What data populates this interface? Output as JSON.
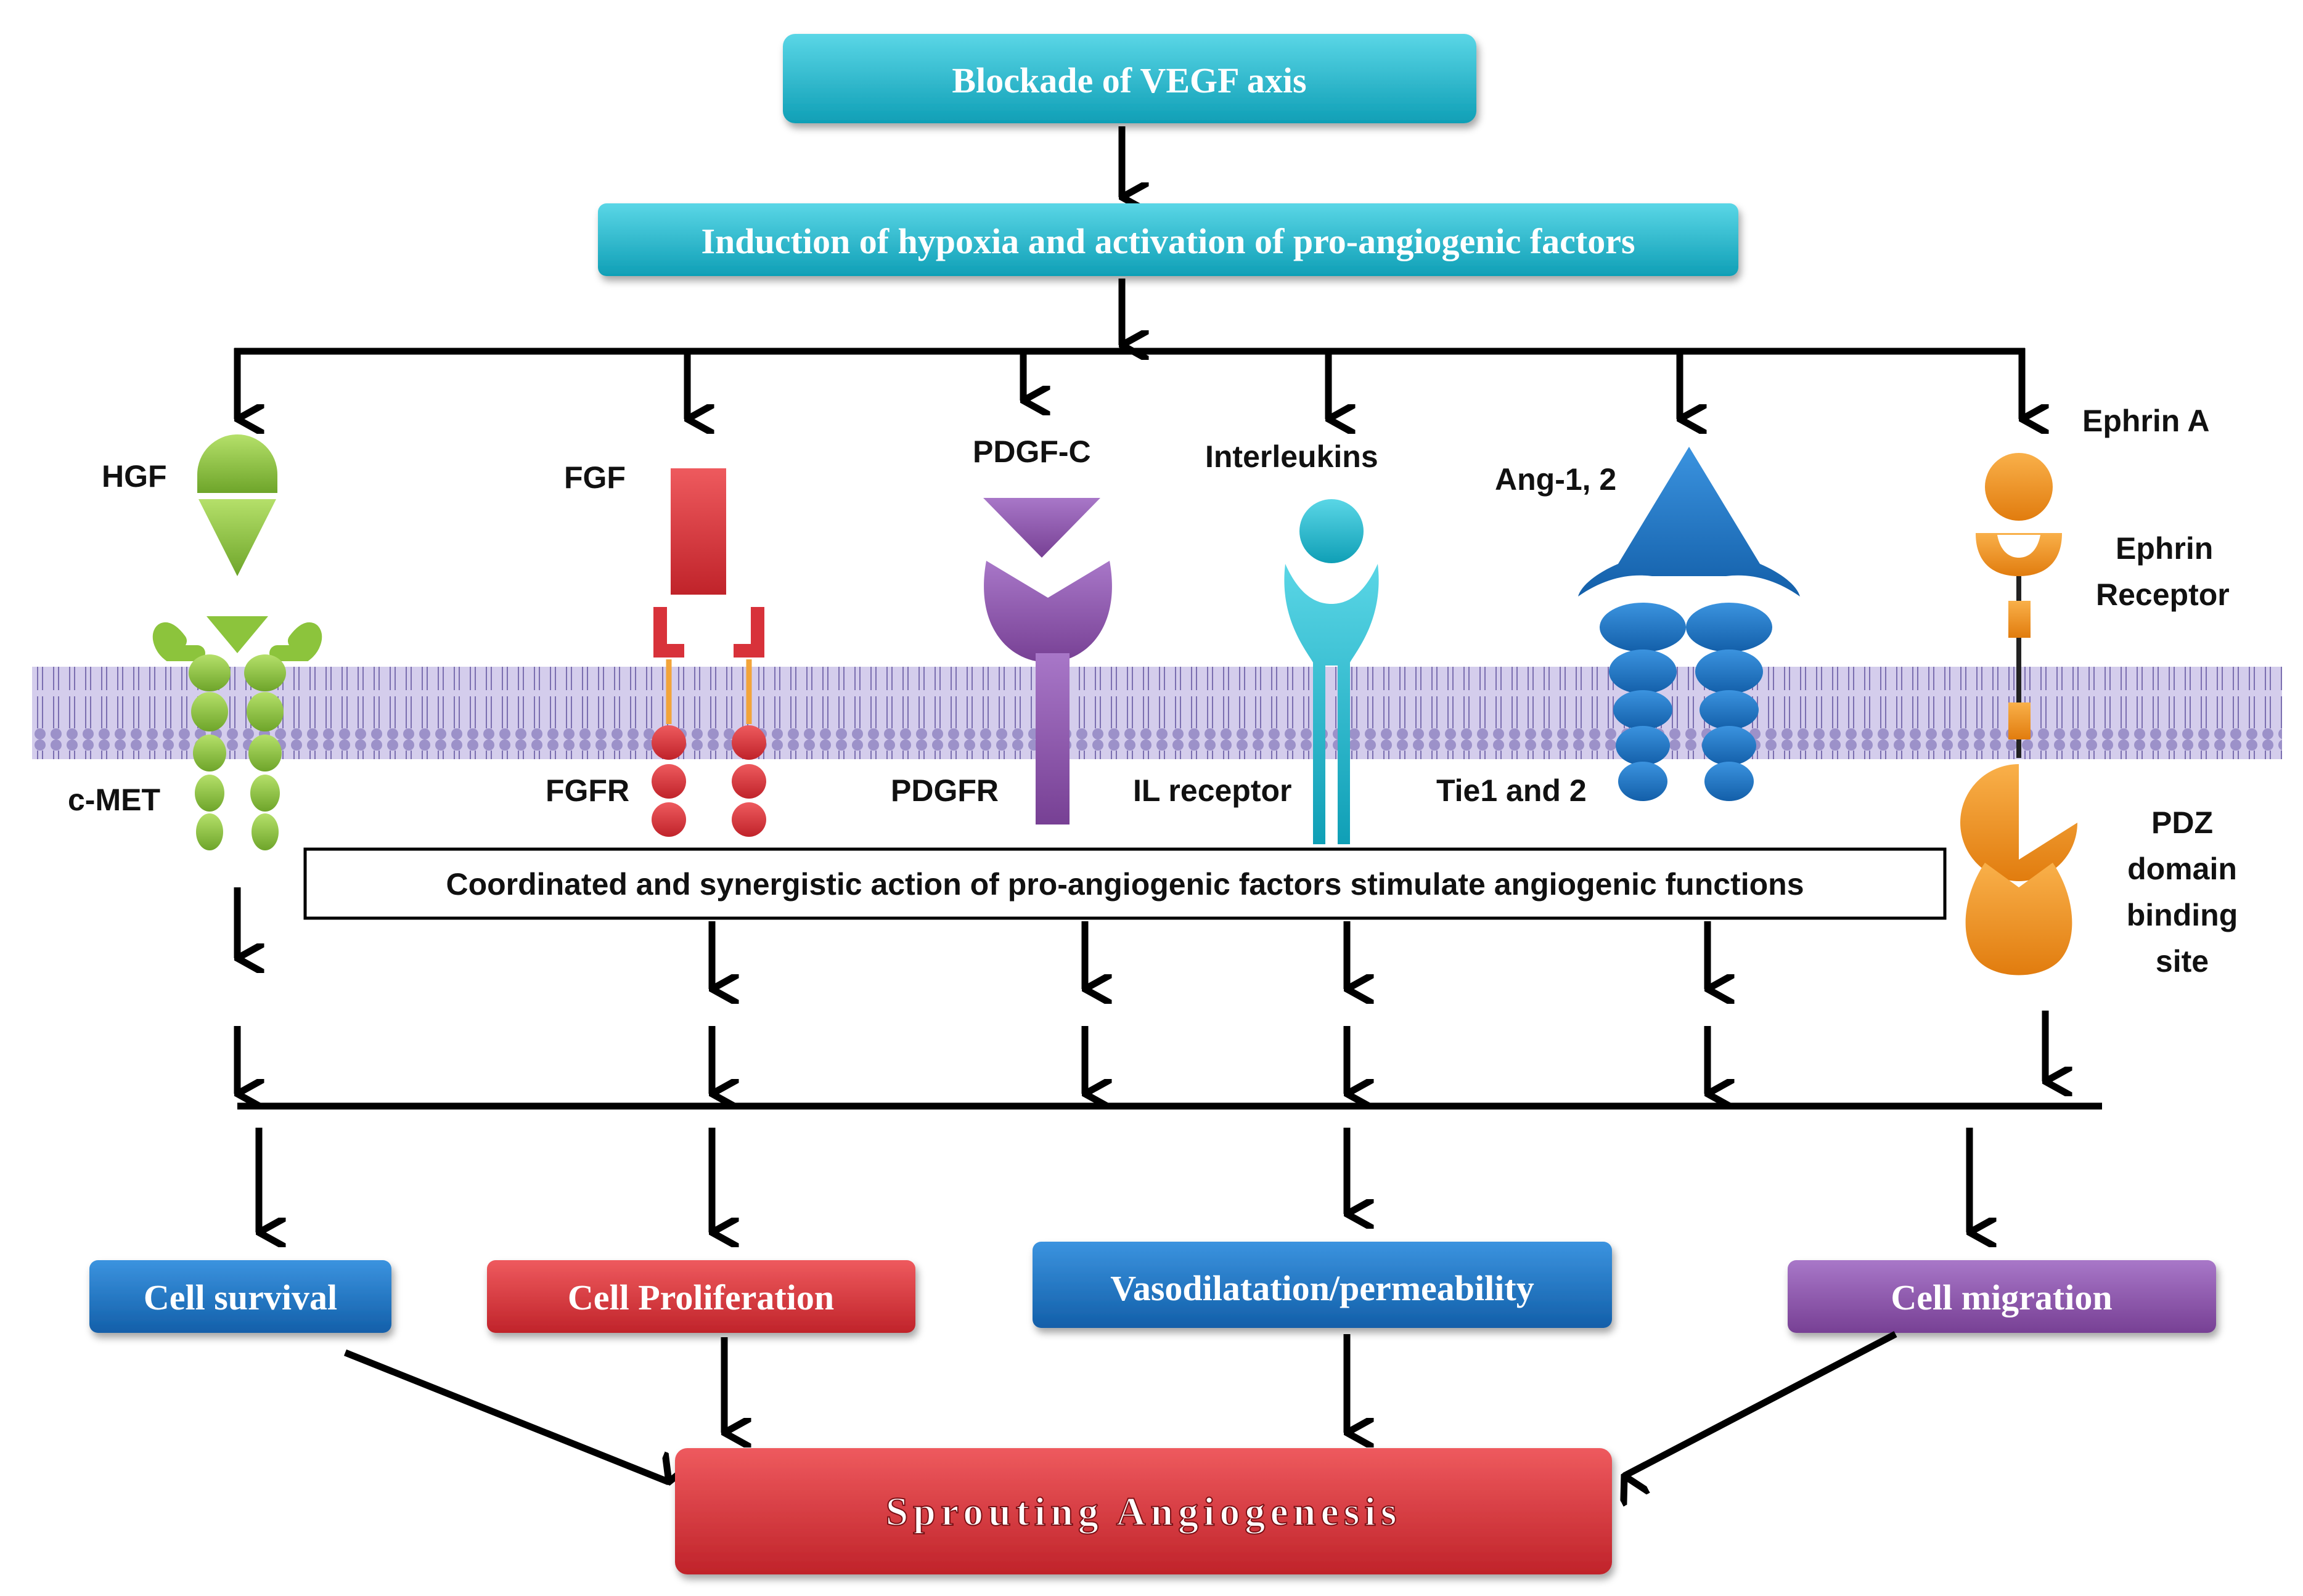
{
  "top_box": "Blockade of VEGF axis",
  "hypoxia_box": "Induction of hypoxia and activation of pro-angiogenic factors",
  "factors": {
    "hgf": "HGF",
    "cmet": "c-MET",
    "fgf": "FGF",
    "fgfr": "FGFR",
    "pdgfc": "PDGF-C",
    "pdgfr": "PDGFR",
    "interleukins": "Interleukins",
    "il_receptor": "IL receptor",
    "ang": "Ang-1, 2",
    "tie": "Tie1 and 2",
    "ephrin_a": "Ephrin A",
    "ephrin_receptor_1": "Ephrin",
    "ephrin_receptor_2": "Receptor",
    "pdz_1": "PDZ",
    "pdz_2": "domain",
    "pdz_3": "binding",
    "pdz_4": "site"
  },
  "coordinated_box": "Coordinated and synergistic action of pro-angiogenic factors stimulate angiogenic  functions",
  "outcomes": {
    "survival": "Cell survival",
    "proliferation": "Cell Proliferation",
    "vasodilatation": "Vasodilatation/permeability",
    "migration": "Cell  migration"
  },
  "final_box": "Sprouting Angiogenesis",
  "colors": {
    "cyan": "#16b6cc",
    "blue": "#1a74c6",
    "red": "#d8323a",
    "purple": "#8c56b0",
    "green": "#8cc43c",
    "orange": "#f28f1c",
    "membrane": "#b8aedc"
  }
}
